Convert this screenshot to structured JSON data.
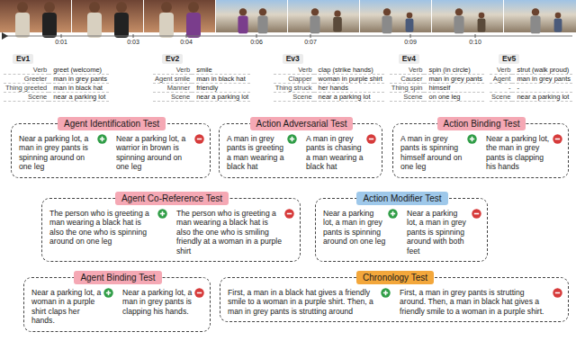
{
  "diagram": {
    "nodes": [
      {
        "text": [
          "Agent Identification Test",
          "Near a parking lot, a man in grey pants is spinning around on one leg",
          "Near a parking lot, a warrior in brown is spinning around on one leg"
        ]
      },
      {
        "text": [
          "Action Adversarial Test",
          "A man in grey pants is greeting a man wearing a black hat",
          "A man in grey pants is chasing a man wearing a black hat"
        ]
      },
      {
        "text": [
          "Action Binding Test",
          "A man in grey pants is spinning himself around on one leg",
          "Near a parking lot, the man in grey pants is clapping his hands"
        ]
      },
      {
        "text": [
          "Agent Co-Reference Test",
          "The person who is greeting a man wearing a black hat is also the one who is spinning around on one leg",
          "The person who is greeting a man wearing a black hat is also the one who is smiling friendly at a woman in a purple shirt"
        ]
      },
      {
        "text": [
          "Action Modifier Test",
          "Near a parking lot, a man in grey pants is spinning around on one leg",
          "Near a parking lot, a man in grey pants is spinning around with both feet"
        ]
      },
      {
        "text": [
          "Agent Binding Test",
          "Near a parking lot, a woman in a purple shirt claps her hands.",
          "Near a parking lot, a man in grey pants is clapping his hands."
        ]
      },
      {
        "text": [
          "Chronology Test",
          "First, a man in a black hat gives a friendly smile to a woman in a purple shirt. Then, a man in grey pants is strutting around",
          "First, a man in grey pants is strutting around. Then, a man in black hat gives a friendly smile to a woman in a purple shirt."
        ]
      }
    ],
    "labels": [
      "0:01",
      "0:03",
      "0:04",
      "0:06",
      "0:07",
      "0:09",
      "0:10",
      "Ev1",
      "Verb",
      "greet (welcome)",
      "Greeter",
      "man in grey pants",
      "Thing greeted",
      "man in black hat",
      "Scene",
      "near a parking lot",
      "Ev2",
      "Verb",
      "smile",
      "Agent smile",
      "man in black hat",
      "Manner",
      "friendly",
      "Scene",
      "near a parking lot",
      "Ev3",
      "Verb",
      "clap (strike hands)",
      "Clapper",
      "woman in purple shirt",
      "Thing struck",
      "her hands",
      "Scene",
      "near a parking lot",
      "Ev4",
      "Verb",
      "spin (in circle)",
      "Causer",
      "man in grey pants",
      "Thing spin",
      "himself",
      "Scene",
      "on one leg",
      "Ev5",
      "Verb",
      "strut (walk proud)",
      "Agent",
      "man in grey pants",
      "-",
      "-",
      "Scene",
      "near a parking lot"
    ]
  }
}
